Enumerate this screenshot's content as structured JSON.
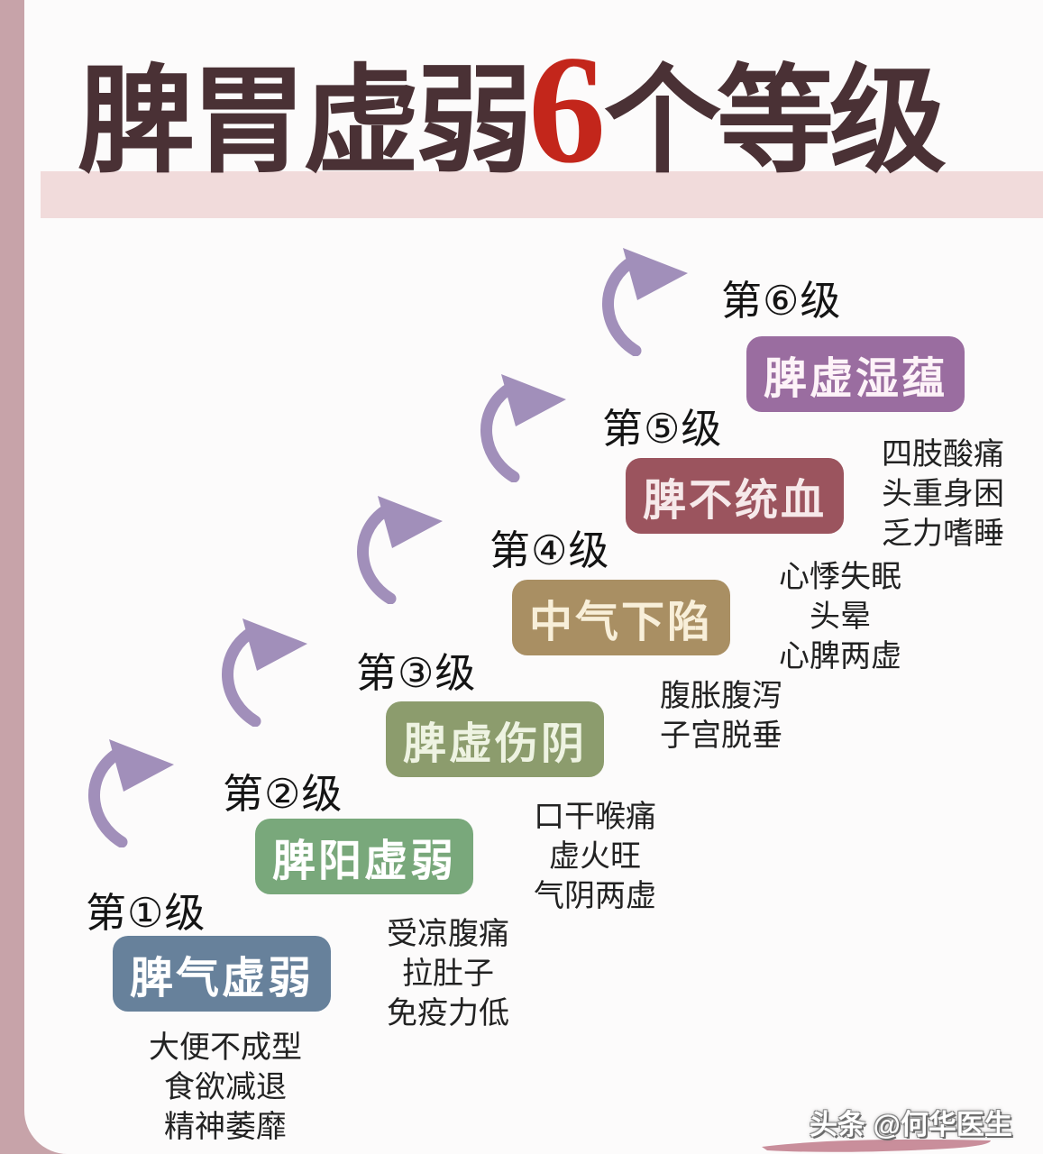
{
  "title": {
    "prefix": "脾胃虚弱",
    "highlight": "6",
    "suffix": "个等级",
    "text_color": "#4a3135",
    "highlight_color": "#c3261b"
  },
  "levels": [
    {
      "label": "第①级",
      "box": "脾气虚弱",
      "box_color": "#67819b",
      "box_text_color": "#ffffff",
      "symptoms": [
        "大便不成型",
        "食欲减退",
        "精神萎靡"
      ]
    },
    {
      "label": "第②级",
      "box": "脾阳虚弱",
      "box_color": "#79a87b",
      "box_text_color": "#ffffff",
      "symptoms": [
        "受凉腹痛",
        "拉肚子",
        "免疫力低"
      ]
    },
    {
      "label": "第③级",
      "box": "脾虚伤阴",
      "box_color": "#8c9c6d",
      "box_text_color": "#eef3e2",
      "symptoms": [
        "口干喉痛",
        "虚火旺",
        "气阴两虚"
      ]
    },
    {
      "label": "第④级",
      "box": "中气下陷",
      "box_color": "#a98f63",
      "box_text_color": "#f8efd9",
      "symptoms": [
        "腹胀腹泻",
        "子宫脱垂"
      ]
    },
    {
      "label": "第⑤级",
      "box": "脾不统血",
      "box_color": "#9b545e",
      "box_text_color": "#f6e9ea",
      "symptoms": [
        "心悸失眠",
        "头晕",
        "心脾两虚"
      ]
    },
    {
      "label": "第⑥级",
      "box": "脾虚湿蕴",
      "box_color": "#9a6da0",
      "box_text_color": "#fdf3f8",
      "symptoms": [
        "四肢酸痛",
        "头重身困",
        "乏力嗜睡"
      ]
    }
  ],
  "watermark": {
    "text": "头条 @何华医生"
  },
  "colors": {
    "page_bg": "#c7a3a9",
    "card_bg": "#fcfbfb",
    "title_band": "#f1dbdb",
    "arrow": "#a18fba",
    "label_text": "#141414",
    "symptom_text": "#222222",
    "watermark_swoosh": "#c98e9b"
  }
}
